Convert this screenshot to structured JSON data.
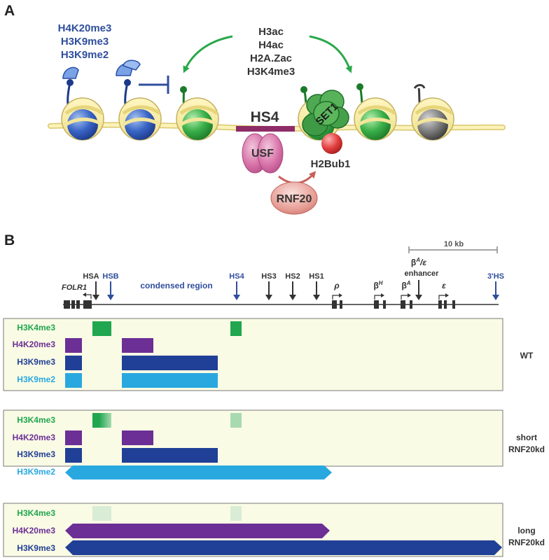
{
  "panelA": {
    "label": "A",
    "repressive_marks": [
      "H4K20me3",
      "H3K9me3",
      "H3K9me2"
    ],
    "active_marks": [
      "H3ac",
      "H4ac",
      "H2A.Zac",
      "H3K4me3"
    ],
    "hs4": "HS4",
    "usf": "USF",
    "set1": "SET1",
    "h2bub1": "H2Bub1",
    "rnf20": "RNF20"
  },
  "panelB": {
    "label": "B",
    "scale_bar": "10 kb",
    "gene_folr1": "FOLR1",
    "region_label": "condensed region",
    "sites": {
      "hsa": "HSA",
      "hsb": "HSB",
      "hs4": "HS4",
      "hs3": "HS3",
      "hs2": "HS2",
      "hs1": "HS1",
      "rho": "ρ",
      "beta_h_base": "β",
      "beta_h_sup": "H",
      "beta_a_base": "β",
      "beta_a_sup": "A",
      "enhancer_beta": "β",
      "enhancer_sup": "A",
      "enhancer_eps": "/ε",
      "enhancer_word": "enhancer",
      "epsilon": "ε",
      "hs3prime": "3'HS"
    },
    "conditions": [
      {
        "label_line1": "WT",
        "label_line2": "",
        "tracks": [
          "H3K4me3",
          "H4K20me3",
          "H3K9me3",
          "H3K9me2"
        ]
      },
      {
        "label_line1": "short",
        "label_line2": "RNF20kd",
        "tracks": [
          "H3K4me3",
          "H4K20me3",
          "H3K9me3",
          "H3K9me2"
        ]
      },
      {
        "label_line1": "long",
        "label_line2": "RNF20kd",
        "tracks": [
          "H3K4me3",
          "H4K20me3",
          "H3K9me3"
        ]
      }
    ]
  },
  "colors": {
    "H3K4me3": "#1fa64f",
    "H4K20me3": "#6b2f96",
    "H3K9me3": "#203f96",
    "H3K9me2": "#29a8e0",
    "panel_bg": "#fafbe5",
    "blue_text": "#2f4e9c"
  }
}
